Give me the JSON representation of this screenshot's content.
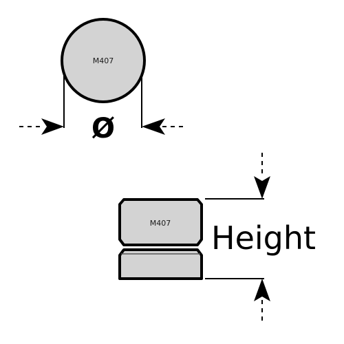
{
  "top_view": {
    "part_label": "M407",
    "diameter_symbol": "Ø"
  },
  "side_view": {
    "part_label": "M407",
    "dimension_label": "Height"
  },
  "colors": {
    "part_fill": "#d3d3d3",
    "outline": "#000000",
    "background": "#ffffff"
  }
}
